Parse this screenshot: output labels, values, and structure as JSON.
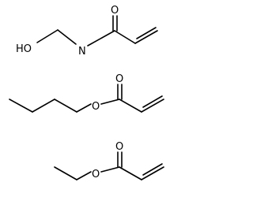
{
  "molecules": [
    {
      "atoms": {
        "o_hydroxyl": "HO",
        "n_amide": "N",
        "o_carbonyl": "O"
      }
    },
    {
      "atoms": {
        "o_ester": "O",
        "o_carbonyl": "O"
      }
    },
    {
      "atoms": {
        "o_ester": "O",
        "o_carbonyl": "O"
      }
    }
  ]
}
